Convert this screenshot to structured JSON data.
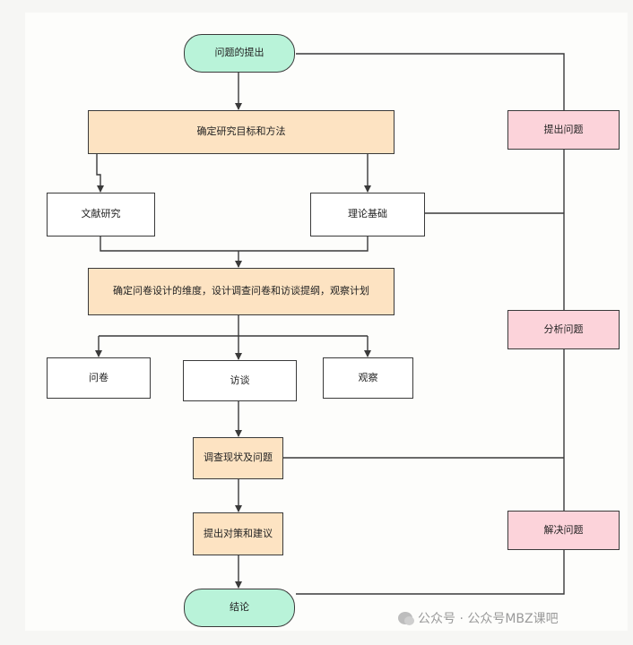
{
  "nodes": {
    "start": "问题的提出",
    "goal": "确定研究目标和方法",
    "literature": "文献研究",
    "theory": "理论基础",
    "design": "确定问卷设计的维度，设计调查问卷和访谈提纲，观察计划",
    "questionnaire": "问卷",
    "interview": "访谈",
    "observation": "观察",
    "survey": "调查现状及问题",
    "suggest": "提出对策和建议",
    "end": "结论"
  },
  "side": {
    "raise": "提出问题",
    "analyze": "分析问题",
    "solve": "解决问题"
  },
  "watermark": "公众号 · 公众号MBZ课吧",
  "colors": {
    "terminal": "#b9f3d9",
    "process": "#fde3c2",
    "side": "#fcd3da",
    "line": "#3a3a3a"
  }
}
